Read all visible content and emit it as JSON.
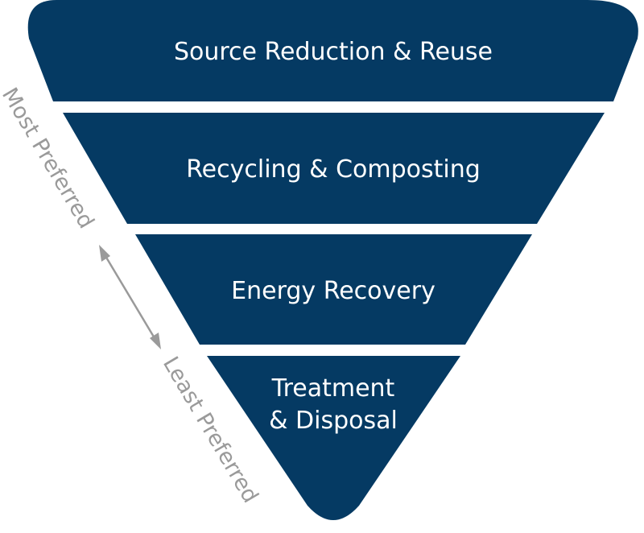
{
  "hierarchy": {
    "tiers": [
      {
        "label_lines": [
          "Source Reduction & Reuse"
        ]
      },
      {
        "label_lines": [
          "Recycling & Composting"
        ]
      },
      {
        "label_lines": [
          "Energy Recovery"
        ]
      },
      {
        "label_lines": [
          "Treatment",
          "& Disposal"
        ]
      }
    ],
    "tier_color": "#053a63"
  },
  "scale": {
    "top_label": "Most Preferred",
    "bottom_label": "Least Preferred",
    "color": "#9a9a9a"
  }
}
